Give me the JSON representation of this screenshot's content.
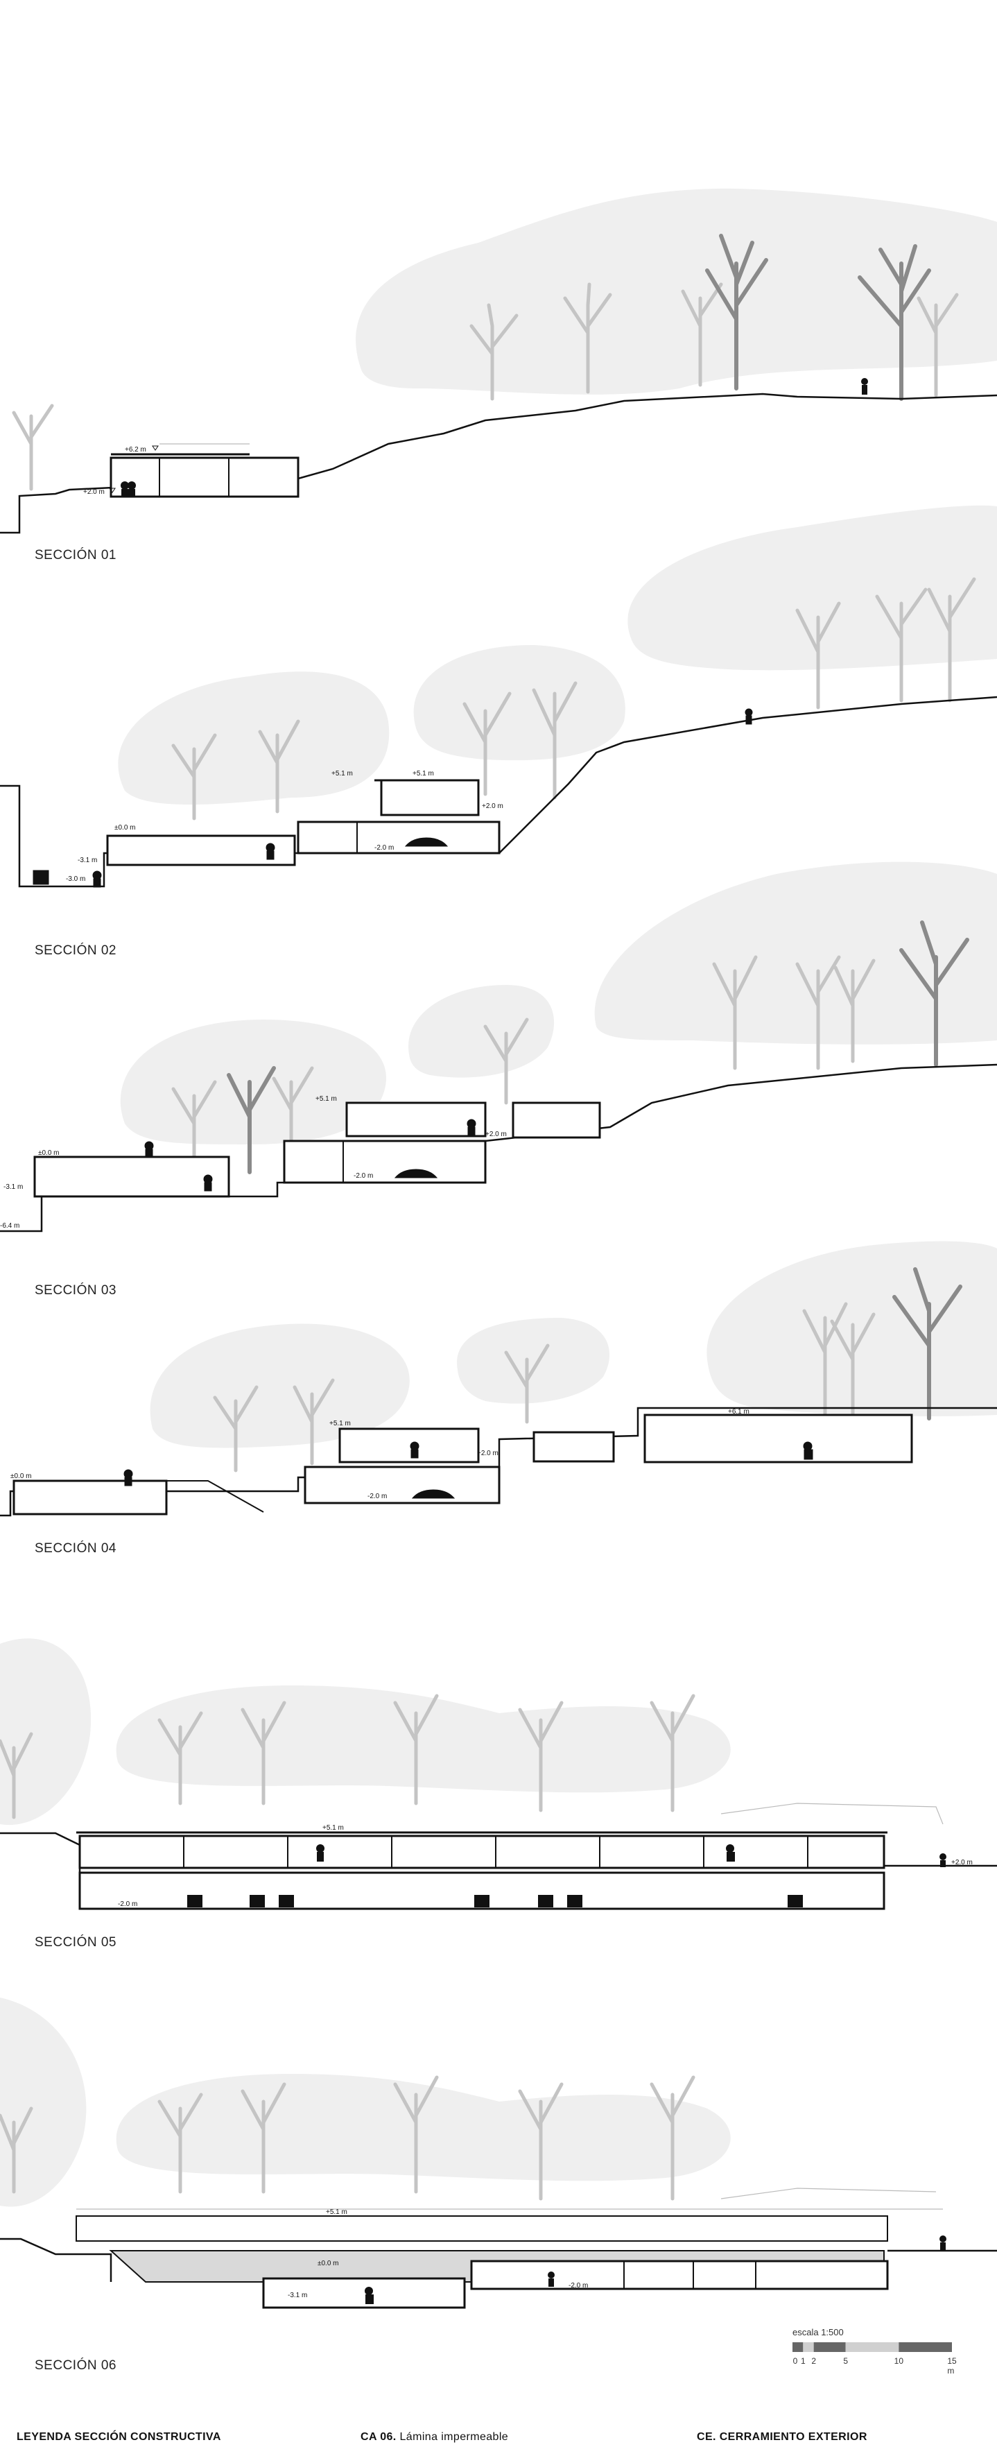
{
  "sections": [
    {
      "title": "SECCIÓN 01",
      "levels": [
        "+6.2 m",
        "+2.0 m"
      ]
    },
    {
      "title": "SECCIÓN 02",
      "levels": [
        "+5.1 m",
        "+5.1 m",
        "+2.0 m",
        "±0.0 m",
        "-3.1 m",
        "-3.0 m",
        "-2.0 m"
      ]
    },
    {
      "title": "SECCIÓN 03",
      "levels": [
        "+5.1 m",
        "+2.0 m",
        "±0.0 m",
        "-3.1 m",
        "-6.4 m",
        "-2.0 m"
      ]
    },
    {
      "title": "SECCIÓN 04",
      "levels": [
        "+5.1 m",
        "+6.1 m",
        "+2.0 m",
        "±0.0 m",
        "-2.0 m"
      ]
    },
    {
      "title": "SECCIÓN 05",
      "levels": [
        "+5.1 m",
        "+2.0 m",
        "-2.0 m"
      ]
    },
    {
      "title": "SECCIÓN 06",
      "levels": [
        "+5.1 m",
        "±0.0 m",
        "-3.1 m",
        "-2.0 m"
      ]
    }
  ],
  "scale": {
    "label": "escala 1:500",
    "ticks": [
      "0",
      "1",
      "2",
      "5",
      "10",
      "15 m"
    ],
    "tick_values": [
      0,
      1,
      2,
      5,
      10,
      15
    ]
  },
  "legend": {
    "heading": "LEYENDA SECCIÓN CONSTRUCTIVA",
    "ca_code": "CA",
    "ca_number": "06.",
    "ca_item": "Lámina impermeable",
    "ce_heading": "CE. CERRAMIENTO EXTERIOR"
  },
  "colors": {
    "canopy": "#efefef",
    "tree_light": "#c4c4c4",
    "tree_dark": "#8a8a8a",
    "line": "#111111",
    "scale_dark": "#666666",
    "scale_light": "#d0d0d0"
  }
}
